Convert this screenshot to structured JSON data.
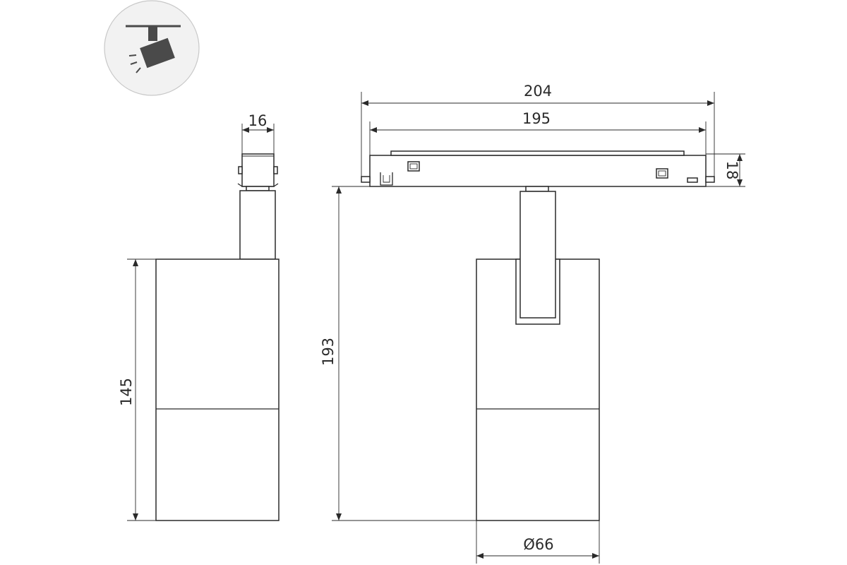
{
  "drawing": {
    "dimensions": {
      "overall_length": "204",
      "track_length": "195",
      "adapter_width": "16",
      "adapter_height": "18",
      "side_height": "145",
      "total_height": "193",
      "diameter": "Ø66"
    },
    "colors": {
      "line": "#2a2a2a",
      "icon_circle": "#f2f2f2",
      "icon_fill": "#4a4a4a"
    },
    "icon": "track-spotlight-icon"
  }
}
